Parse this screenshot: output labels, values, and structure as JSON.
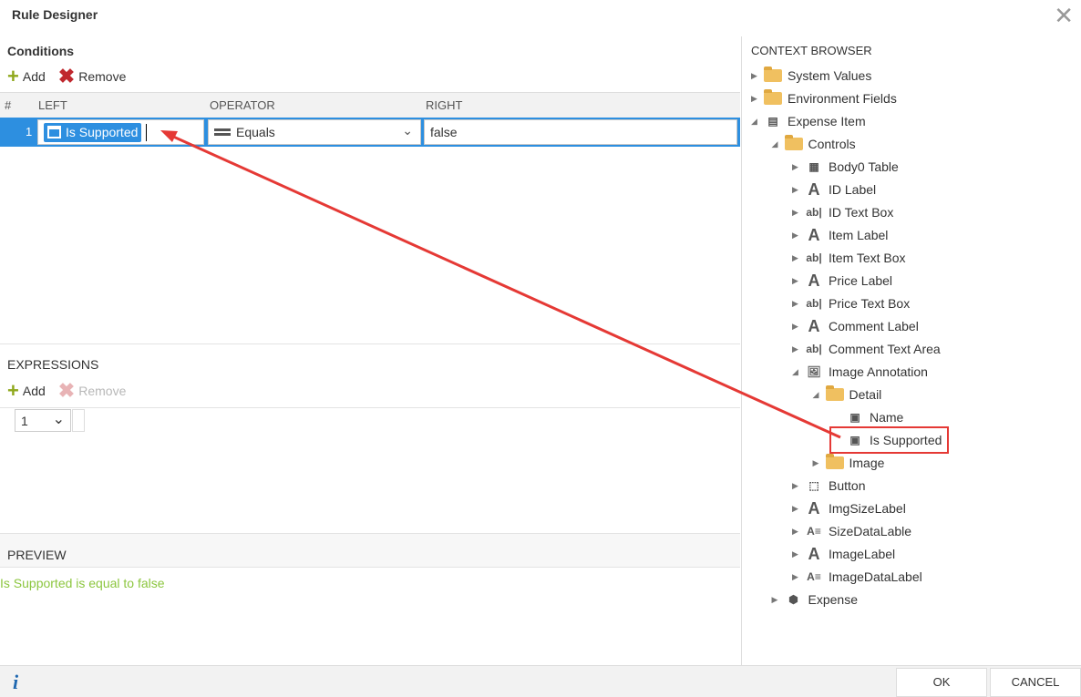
{
  "title": "Rule Designer",
  "conditions": {
    "heading": "Conditions",
    "add": "Add",
    "remove": "Remove",
    "columns": {
      "num": "#",
      "left": "LEFT",
      "operator": "OPERATOR",
      "right": "RIGHT"
    },
    "rows": [
      {
        "num": "1",
        "left": "Is Supported",
        "operator": "Equals",
        "right": "false"
      }
    ]
  },
  "expressions": {
    "heading": "EXPRESSIONS",
    "add": "Add",
    "remove": "Remove",
    "select_value": "1"
  },
  "preview": {
    "heading": "PREVIEW",
    "text": "Is Supported is equal to false"
  },
  "context_browser": {
    "heading": "CONTEXT BROWSER",
    "items": [
      {
        "label": "System Values",
        "level": 0,
        "icon": "folder-icon",
        "state": "collapsed"
      },
      {
        "label": "Environment Fields",
        "level": 0,
        "icon": "folder-icon",
        "state": "collapsed"
      },
      {
        "label": "Expense Item",
        "level": 0,
        "icon": "form-icon",
        "state": "expanded"
      },
      {
        "label": "Controls",
        "level": 1,
        "icon": "folder-icon",
        "state": "expanded"
      },
      {
        "label": "Body0 Table",
        "level": 2,
        "icon": "table-icon",
        "state": "collapsed"
      },
      {
        "label": "ID Label",
        "level": 2,
        "icon": "label-icon",
        "state": "collapsed"
      },
      {
        "label": "ID Text Box",
        "level": 2,
        "icon": "textbox-icon",
        "state": "collapsed"
      },
      {
        "label": "Item Label",
        "level": 2,
        "icon": "label-icon",
        "state": "collapsed"
      },
      {
        "label": "Item Text Box",
        "level": 2,
        "icon": "textbox-icon",
        "state": "collapsed"
      },
      {
        "label": "Price Label",
        "level": 2,
        "icon": "label-icon",
        "state": "collapsed"
      },
      {
        "label": "Price Text Box",
        "level": 2,
        "icon": "textbox-icon",
        "state": "collapsed"
      },
      {
        "label": "Comment Label",
        "level": 2,
        "icon": "label-icon",
        "state": "collapsed"
      },
      {
        "label": "Comment Text Area",
        "level": 2,
        "icon": "textbox-icon",
        "state": "collapsed"
      },
      {
        "label": "Image Annotation",
        "level": 2,
        "icon": "image-icon",
        "state": "expanded"
      },
      {
        "label": "Detail",
        "level": 3,
        "icon": "folder-icon",
        "state": "expanded"
      },
      {
        "label": "Name",
        "level": 4,
        "icon": "property-icon",
        "state": "leaf"
      },
      {
        "label": "Is Supported",
        "level": 4,
        "icon": "property-icon",
        "state": "leaf",
        "highlighted": true
      },
      {
        "label": "Image",
        "level": 3,
        "icon": "folder-icon",
        "state": "collapsed"
      },
      {
        "label": "Button",
        "level": 2,
        "icon": "button-icon",
        "state": "collapsed"
      },
      {
        "label": "ImgSizeLabel",
        "level": 2,
        "icon": "label-icon",
        "state": "collapsed"
      },
      {
        "label": "SizeDataLable",
        "level": 2,
        "icon": "data-label-icon",
        "state": "collapsed"
      },
      {
        "label": "ImageLabel",
        "level": 2,
        "icon": "label-icon",
        "state": "collapsed"
      },
      {
        "label": "ImageDataLabel",
        "level": 2,
        "icon": "data-label-icon",
        "state": "collapsed"
      },
      {
        "label": "Expense",
        "level": 1,
        "icon": "smartobject-icon",
        "state": "collapsed"
      }
    ]
  },
  "footer": {
    "ok": "OK",
    "cancel": "CANCEL"
  }
}
